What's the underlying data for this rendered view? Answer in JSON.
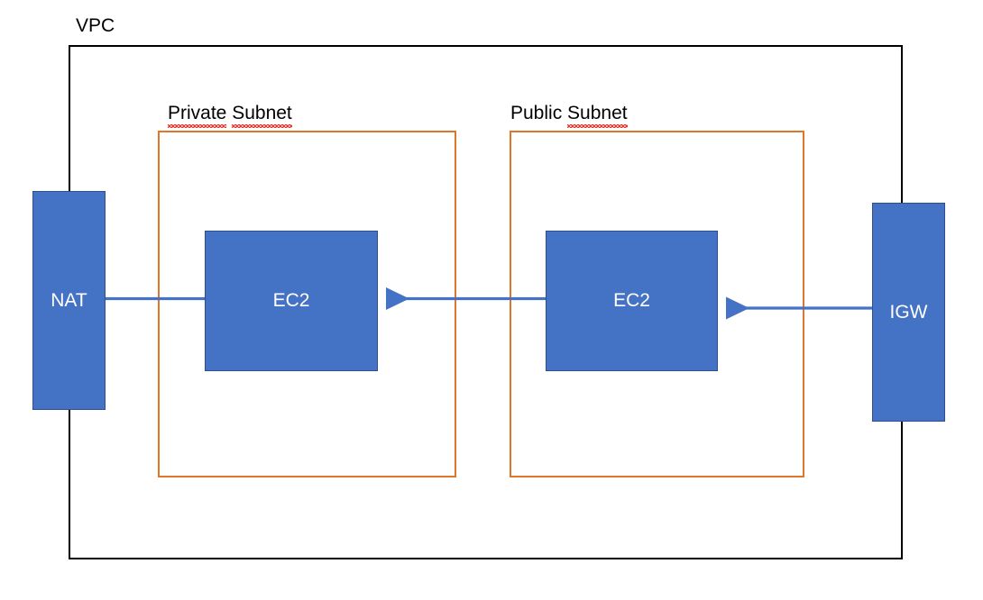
{
  "diagram": {
    "title": "VPC",
    "background": "#ffffff",
    "colors": {
      "node_fill": "#4472c4",
      "node_border": "#2d4f8f",
      "node_text": "#ffffff",
      "subnet_border": "#e0762a",
      "vpc_border": "#000000",
      "connector": "#4472c4",
      "spellcheck_underline": "#e8332a",
      "label_text": "#000000"
    },
    "vpc": {
      "label": "VPC"
    },
    "subnets": [
      {
        "id": "private",
        "label_words": [
          {
            "text": "Private",
            "misspelled": true
          },
          {
            "text": "Subnet",
            "misspelled": true
          }
        ],
        "label": "Private Subnet"
      },
      {
        "id": "public",
        "label_words": [
          {
            "text": "Public",
            "misspelled": false
          },
          {
            "text": "Subnet",
            "misspelled": true
          }
        ],
        "label": "Public Subnet"
      }
    ],
    "nodes": [
      {
        "id": "nat",
        "label": "NAT"
      },
      {
        "id": "ec2-private",
        "label": "EC2"
      },
      {
        "id": "ec2-public",
        "label": "EC2"
      },
      {
        "id": "igw",
        "label": "IGW"
      }
    ],
    "connectors": [
      {
        "id": "nat-to-ec2-private",
        "from": "nat",
        "to": "ec2-private",
        "arrowhead": false
      },
      {
        "id": "ec2-public-to-ec2-private",
        "from": "ec2-public",
        "to": "ec2-private",
        "arrowhead": true
      },
      {
        "id": "igw-to-ec2-public",
        "from": "igw",
        "to": "ec2-public",
        "arrowhead": true
      }
    ]
  }
}
